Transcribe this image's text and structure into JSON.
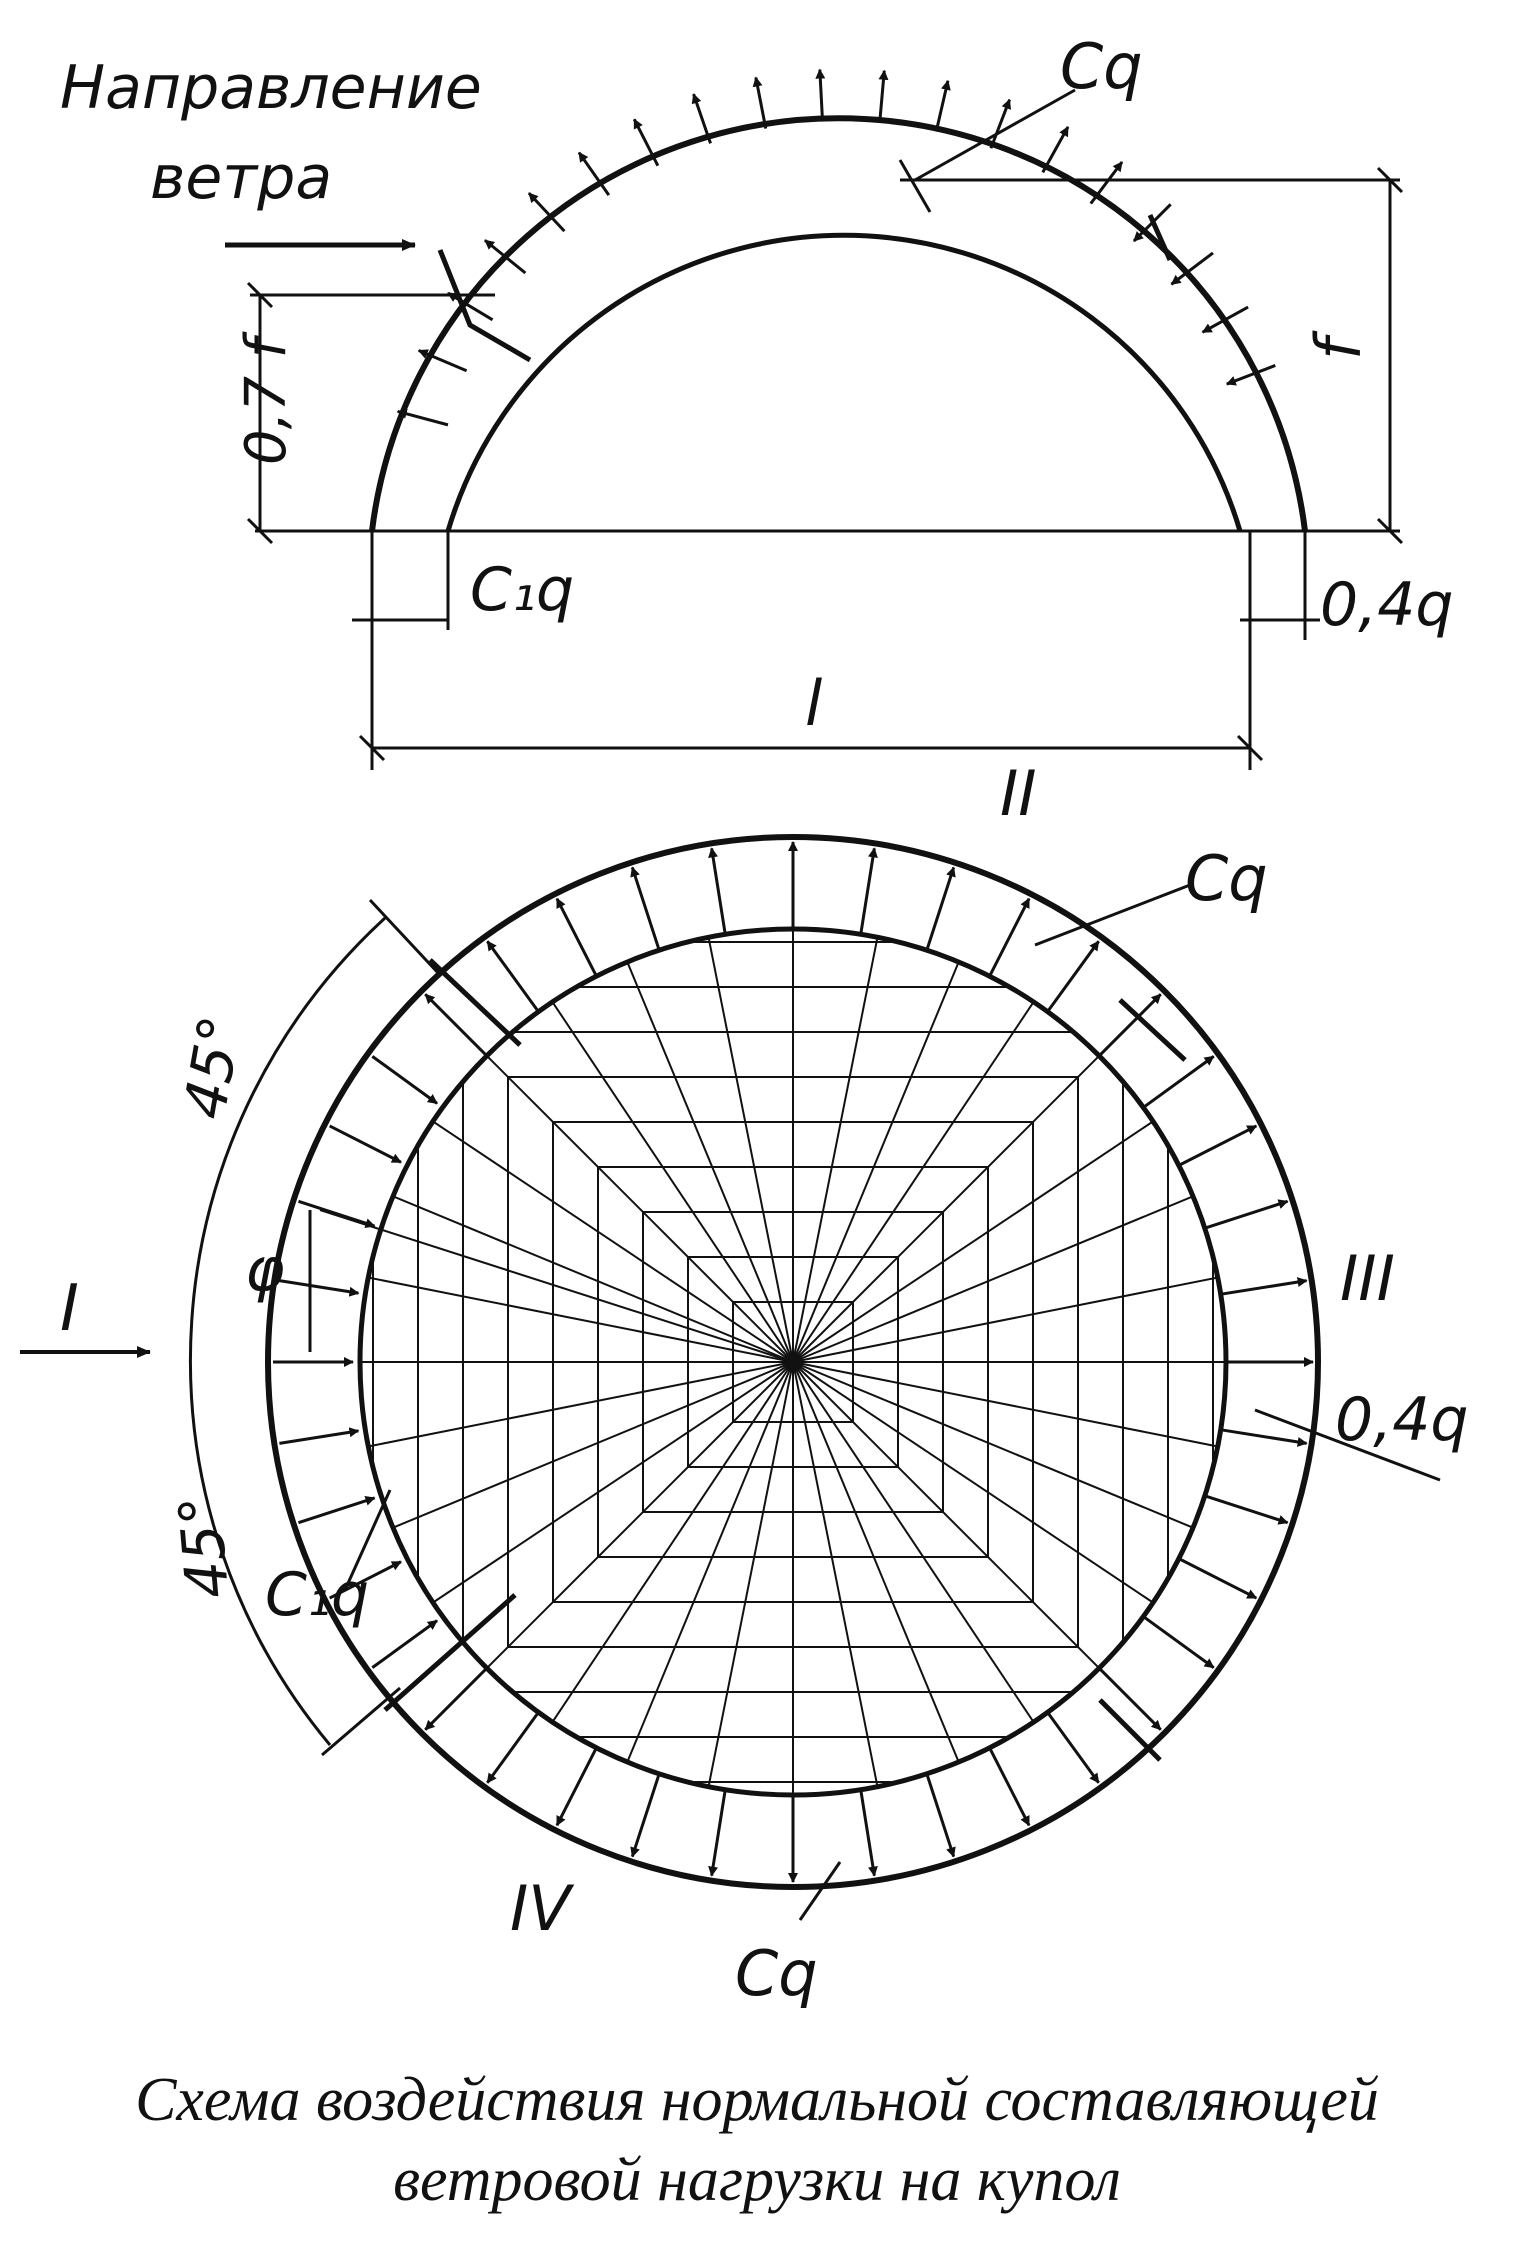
{
  "top_view": {
    "wind_label_line1": "Направление",
    "wind_label_line2": "ветра",
    "cq": "Cq",
    "c1q": "C₁q",
    "q04": "0,4q",
    "f": "f",
    "f07": "0,7 f",
    "span": "l"
  },
  "plan_view": {
    "sector_I": "I",
    "sector_II": "II",
    "sector_III": "III",
    "sector_IV": "IV",
    "cq_top": "Cq",
    "cq_bottom": "Cq",
    "c1q": "C₁q",
    "q04": "0,4q",
    "angle_upper": "45°",
    "angle_lower": "45°",
    "phi": "φ"
  },
  "caption": {
    "line1": "Схема воздействия нормальной составляющей",
    "line2": "ветровой нагрузки на купол"
  },
  "colors": {
    "ink": "#111111",
    "paper": "#ffffff"
  }
}
